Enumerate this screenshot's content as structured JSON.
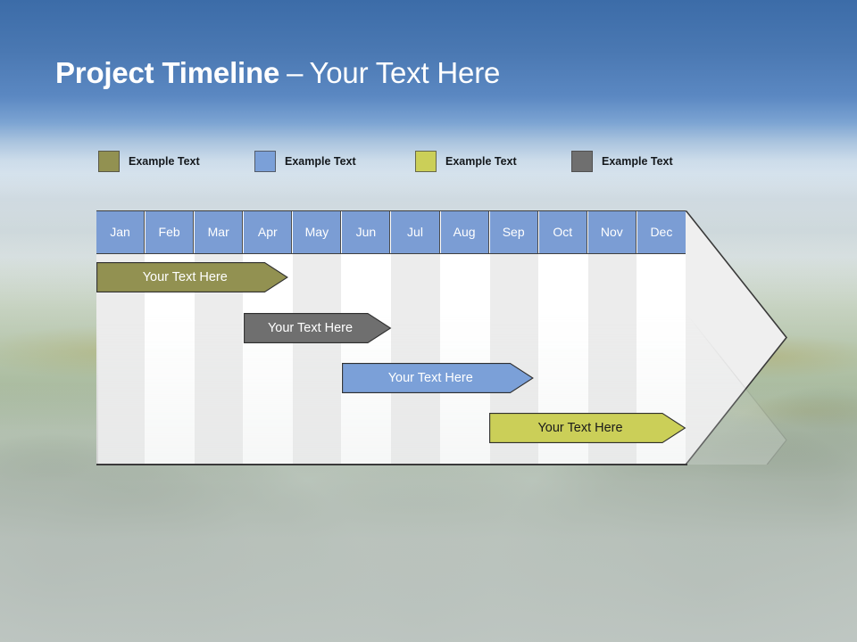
{
  "slide": {
    "title_strong": "Project Timeline",
    "title_dash": "–",
    "title_rest": "Your Text Here"
  },
  "legend": {
    "items": [
      {
        "label": "Example Text",
        "color": "#929151",
        "name": "legend-olive"
      },
      {
        "label": "Example Text",
        "color": "#7ba0d8",
        "name": "legend-blue"
      },
      {
        "label": "Example Text",
        "color": "#cbcf58",
        "name": "legend-yellow"
      },
      {
        "label": "Example Text",
        "color": "#6f6f6f",
        "name": "legend-gray"
      }
    ]
  },
  "timeline": {
    "months": [
      "Jan",
      "Feb",
      "Mar",
      "Apr",
      "May",
      "Jun",
      "Jul",
      "Aug",
      "Sep",
      "Oct",
      "Nov",
      "Dec"
    ],
    "header_color": "#7b9dd4",
    "stripe_color": "#ececec",
    "plain_color": "#ffffff",
    "body_fill": "#efefef",
    "outline_color": "#3a3a3a",
    "bars": [
      {
        "label": "Your  Text Here",
        "color": "#929151",
        "text_color": "light",
        "start_month": 1,
        "end_month": 4.9,
        "row": 0
      },
      {
        "label": "Your  Text Here",
        "color": "#6f6f6f",
        "text_color": "light",
        "start_month": 4,
        "end_month": 7.0,
        "row": 1
      },
      {
        "label": "Your  Text Here",
        "color": "#7ba0d8",
        "text_color": "light",
        "start_month": 6,
        "end_month": 9.9,
        "row": 2
      },
      {
        "label": "Your  Text Here",
        "color": "#cbcf58",
        "text_color": "dark",
        "start_month": 9,
        "end_month": 13.0,
        "row": 3
      }
    ]
  },
  "chart_data": {
    "type": "bar",
    "title": "Project Timeline – Your Text Here",
    "xlabel": "",
    "ylabel": "",
    "categories": [
      "Jan",
      "Feb",
      "Mar",
      "Apr",
      "May",
      "Jun",
      "Jul",
      "Aug",
      "Sep",
      "Oct",
      "Nov",
      "Dec"
    ],
    "series": [
      {
        "name": "Example Text",
        "label": "Your  Text Here",
        "color": "#929151",
        "start": "Jan",
        "end": "Apr"
      },
      {
        "name": "Example Text",
        "label": "Your  Text Here",
        "color": "#6f6f6f",
        "start": "Apr",
        "end": "Jun"
      },
      {
        "name": "Example Text",
        "label": "Your  Text Here",
        "color": "#7ba0d8",
        "start": "Jun",
        "end": "Sep"
      },
      {
        "name": "Example Text",
        "label": "Your  Text Here",
        "color": "#cbcf58",
        "start": "Sep",
        "end": "Dec"
      }
    ],
    "legend": [
      "Example Text",
      "Example Text",
      "Example Text",
      "Example Text"
    ],
    "grid": true,
    "legend_position": "top"
  }
}
